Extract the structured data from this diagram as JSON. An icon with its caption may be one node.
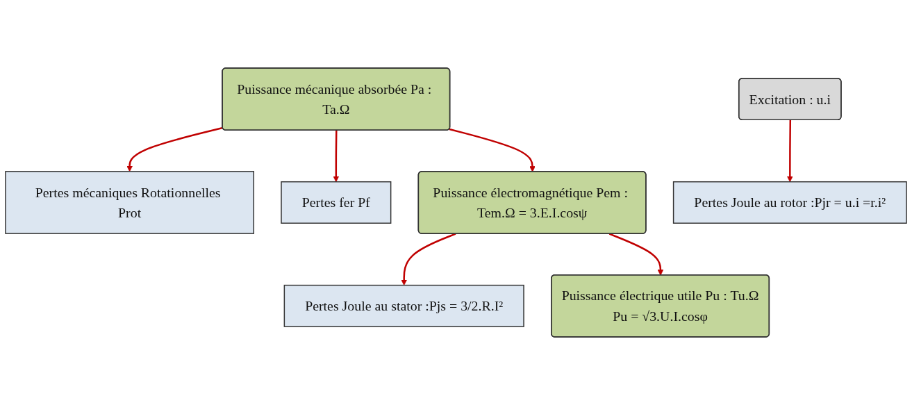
{
  "diagram": {
    "nodes": [
      {
        "text": [
          "Excitation : u.i"
        ]
      },
      {
        "text": [
          "Puissance mécanique absorbée Pa : Ta.Ω"
        ]
      },
      {
        "text": [
          "Pertes mécaniques Rotationnelles Prot"
        ]
      },
      {
        "text": [
          "Pertes fer Pf"
        ]
      },
      {
        "text": [
          "Puissance électromagnétique Pem : Tem.Ω = 3.E.I.cosψ"
        ]
      },
      {
        "text": [
          "Pertes Joule au rotor :Pjr = u.i =r.i²"
        ]
      },
      {
        "text": [
          "Pertes Joule au stator :Pjs = 3/2.R.I²"
        ]
      },
      {
        "text": [
          "Puissance électrique utile Pu : Tu.Ω",
          "Pu = √3.U.I.cosφ"
        ]
      }
    ],
    "edges": [
      {
        "from": 0,
        "to": 5,
        "arrow": "to"
      },
      {
        "from": 1,
        "to": 2,
        "arrow": "to"
      },
      {
        "from": 1,
        "to": 3,
        "arrow": "to"
      },
      {
        "from": 1,
        "to": 4,
        "arrow": "to"
      },
      {
        "from": 4,
        "to": 6,
        "arrow": "to"
      },
      {
        "from": 4,
        "to": 7,
        "arrow": "to"
      }
    ]
  }
}
